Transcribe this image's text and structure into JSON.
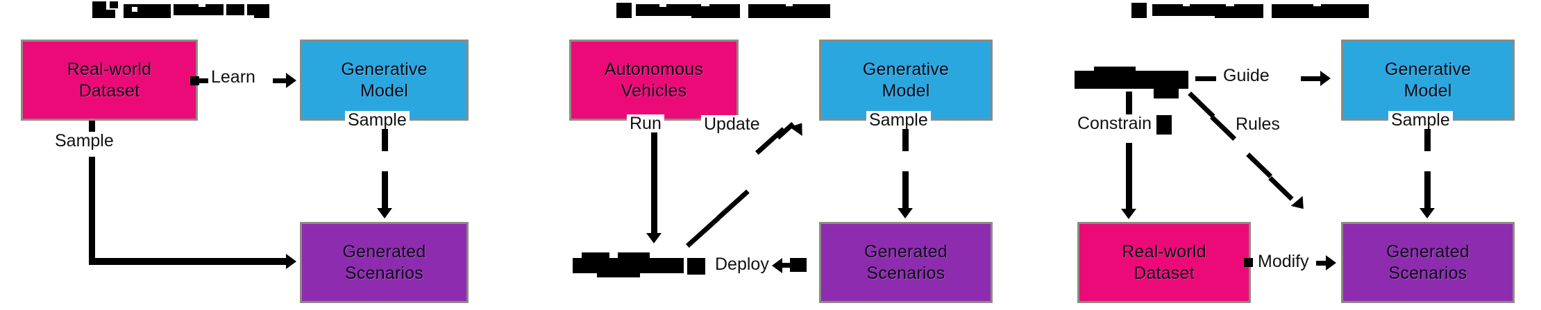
{
  "figure": {
    "kind": "three-panel-workflow-diagram",
    "background": "#ffffff",
    "palette": {
      "dataset_pink": "#ec0a78",
      "model_blue": "#2ba7e0",
      "scenarios_purple": "#8e2cb0",
      "node_border": "#8c8b82",
      "edge_black": "#000000"
    }
  },
  "panels": [
    {
      "id": "a",
      "caption": "",
      "caption_redacted": true,
      "nodes": [
        {
          "id": "a-dataset",
          "label_line1": "Real-world",
          "label_line2": "Dataset",
          "color": "dataset_pink",
          "redacted": false
        },
        {
          "id": "a-model",
          "label_line1": "Generative",
          "label_line2": "Model",
          "color": "model_blue",
          "redacted": false
        },
        {
          "id": "a-scenarios",
          "label_line1": "Generated",
          "label_line2": "Scenarios",
          "color": "scenarios_purple",
          "redacted": false
        }
      ],
      "edges": [
        {
          "id": "a-learn",
          "label": "Learn",
          "from": "a-dataset",
          "to": "a-model",
          "direction": "right"
        },
        {
          "id": "a-sample1",
          "label": "Sample",
          "from": "a-dataset",
          "to": "a-scenarios",
          "direction": "down-right"
        },
        {
          "id": "a-sample2",
          "label": "Sample",
          "from": "a-model",
          "to": "a-scenarios",
          "direction": "down"
        }
      ]
    },
    {
      "id": "b",
      "caption": "",
      "caption_redacted": true,
      "nodes": [
        {
          "id": "b-vehicles",
          "label_line1": "Autonomous",
          "label_line2": "Vehicles",
          "color": "dataset_pink",
          "redacted": false
        },
        {
          "id": "b-model",
          "label_line1": "Generative",
          "label_line2": "Model",
          "color": "model_blue",
          "redacted": false
        },
        {
          "id": "b-scenarios",
          "label_line1": "Generated",
          "label_line2": "Scenarios",
          "color": "scenarios_purple",
          "redacted": false
        },
        {
          "id": "b-hidden",
          "label_line1": "",
          "label_line2": "",
          "color": "redacted",
          "redacted": true
        }
      ],
      "edges": [
        {
          "id": "b-run",
          "label": "Run",
          "from": "b-vehicles",
          "to": "b-hidden",
          "direction": "down"
        },
        {
          "id": "b-update",
          "label": "Update",
          "from": "b-hidden",
          "to": "b-model",
          "direction": "diagonal-up-right"
        },
        {
          "id": "b-sample",
          "label": "Sample",
          "from": "b-model",
          "to": "b-scenarios",
          "direction": "down"
        },
        {
          "id": "b-deploy",
          "label": "Deploy",
          "from": "b-scenarios",
          "to": "b-hidden",
          "direction": "left"
        }
      ]
    },
    {
      "id": "c",
      "caption": "",
      "caption_redacted": true,
      "nodes": [
        {
          "id": "c-hidden",
          "label_line1": "",
          "label_line2": "",
          "color": "redacted",
          "redacted": true
        },
        {
          "id": "c-model",
          "label_line1": "Generative",
          "label_line2": "Model",
          "color": "model_blue",
          "redacted": false
        },
        {
          "id": "c-dataset",
          "label_line1": "Real-world",
          "label_line2": "Dataset",
          "color": "dataset_pink",
          "redacted": false
        },
        {
          "id": "c-scenarios",
          "label_line1": "Generated",
          "label_line2": "Scenarios",
          "color": "scenarios_purple",
          "redacted": false
        }
      ],
      "edges": [
        {
          "id": "c-guide",
          "label": "Guide",
          "from": "c-hidden",
          "to": "c-model",
          "direction": "right"
        },
        {
          "id": "c-constrain",
          "label": "Constrain",
          "from": "c-hidden",
          "to": "c-dataset",
          "direction": "down",
          "label_redacted_tail": true
        },
        {
          "id": "c-rules",
          "label": "Rules",
          "from": "c-hidden",
          "to": "c-scenarios",
          "direction": "diagonal-down-right"
        },
        {
          "id": "c-sample",
          "label": "Sample",
          "from": "c-model",
          "to": "c-scenarios",
          "direction": "down"
        },
        {
          "id": "c-modify",
          "label": "Modify",
          "from": "c-dataset",
          "to": "c-scenarios",
          "direction": "right"
        }
      ]
    }
  ]
}
